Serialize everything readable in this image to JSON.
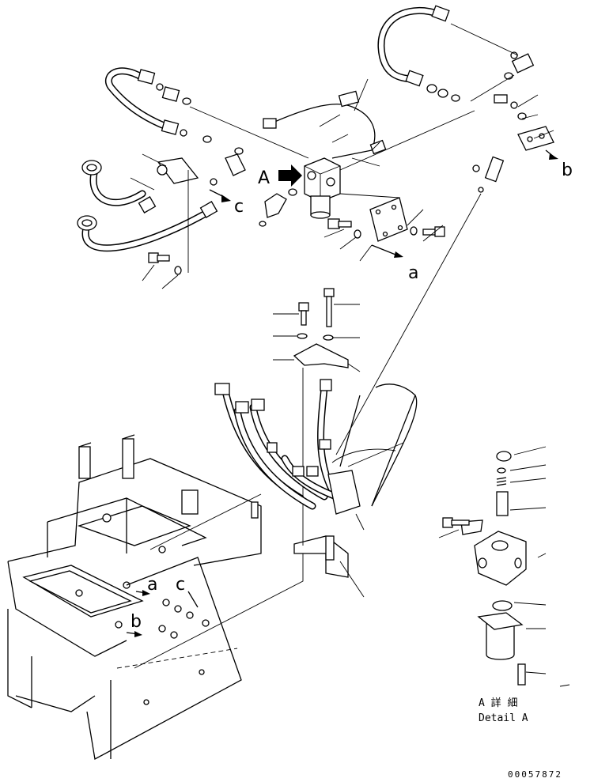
{
  "labels": {
    "view_marker": "A",
    "ref_a": "a",
    "ref_b": "b",
    "ref_c": "c",
    "ref_a_lower": "a",
    "ref_b_lower": "b",
    "ref_c_lower": "c"
  },
  "detail": {
    "title_jp": "A 詳 細",
    "title_en": "Detail A"
  },
  "document_number": "00057872"
}
